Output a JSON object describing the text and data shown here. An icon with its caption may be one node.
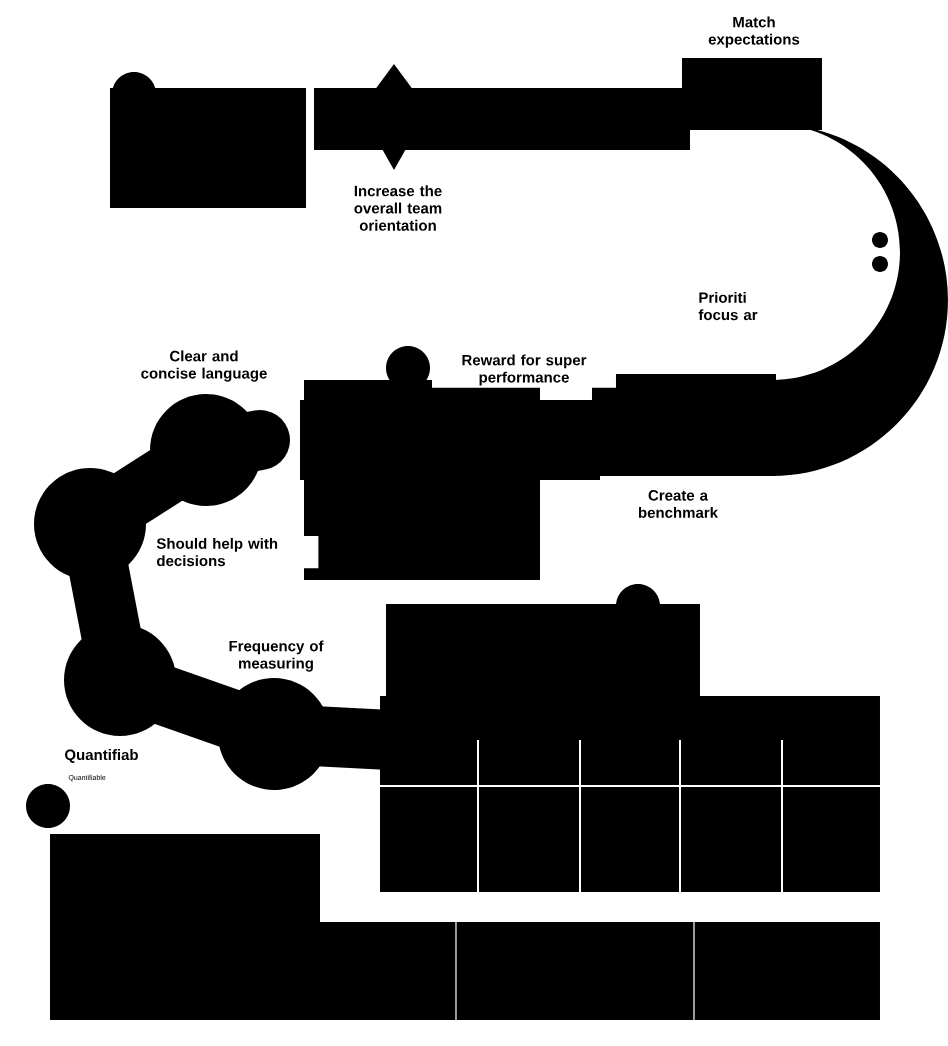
{
  "diagram": {
    "labels": [
      "Match expectations",
      "Increase the overall team orientation",
      "Prioriti focus ar",
      "Clear and concise language",
      "Reward for super performance",
      "Create a benchmark",
      "Should help with decisions",
      "Frequency of measuring",
      "Quantifiab",
      "Quantifiable"
    ]
  }
}
